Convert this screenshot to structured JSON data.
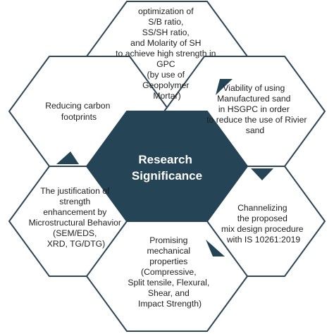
{
  "colors": {
    "center_fill": "#254456",
    "outline": "#2f4656",
    "connector": "#254456",
    "text": "#1f1f1f",
    "center_text": "#ffffff",
    "background": "#ffffff"
  },
  "center": {
    "lines": [
      "Research",
      "Significance"
    ]
  },
  "hexagons": {
    "top": {
      "lines": [
        "optimization of",
        "S/B ratio,",
        "SS/SH ratio,",
        "and Molarity of SH",
        "to achieve high strength in",
        "GPC",
        "(by use of",
        "Geopolymer",
        "Mortar)"
      ]
    },
    "upper_left": {
      "lines": [
        "Reducing carbon",
        "footprints"
      ]
    },
    "upper_right": {
      "lines": [
        "Viability of using",
        "Manufactured sand",
        "in HSGPC in order",
        "to reduce the use of Rivier",
        "sand"
      ]
    },
    "lower_left": {
      "lines": [
        "The justification of",
        "strength",
        "enhancement by",
        "Microstructural Behavior",
        "(SEM/EDS,",
        "XRD, TG/DTG)"
      ]
    },
    "lower_right": {
      "lines": [
        "Channelizing",
        "the proposed",
        "mix design procedure",
        "with IS 10261:2019"
      ]
    },
    "bottom": {
      "lines": [
        "Promising",
        "mechanical",
        "properties",
        "(Compressive,",
        "Split tensile, Flexural,",
        "Shear, and",
        "Impact Strength)"
      ]
    }
  }
}
